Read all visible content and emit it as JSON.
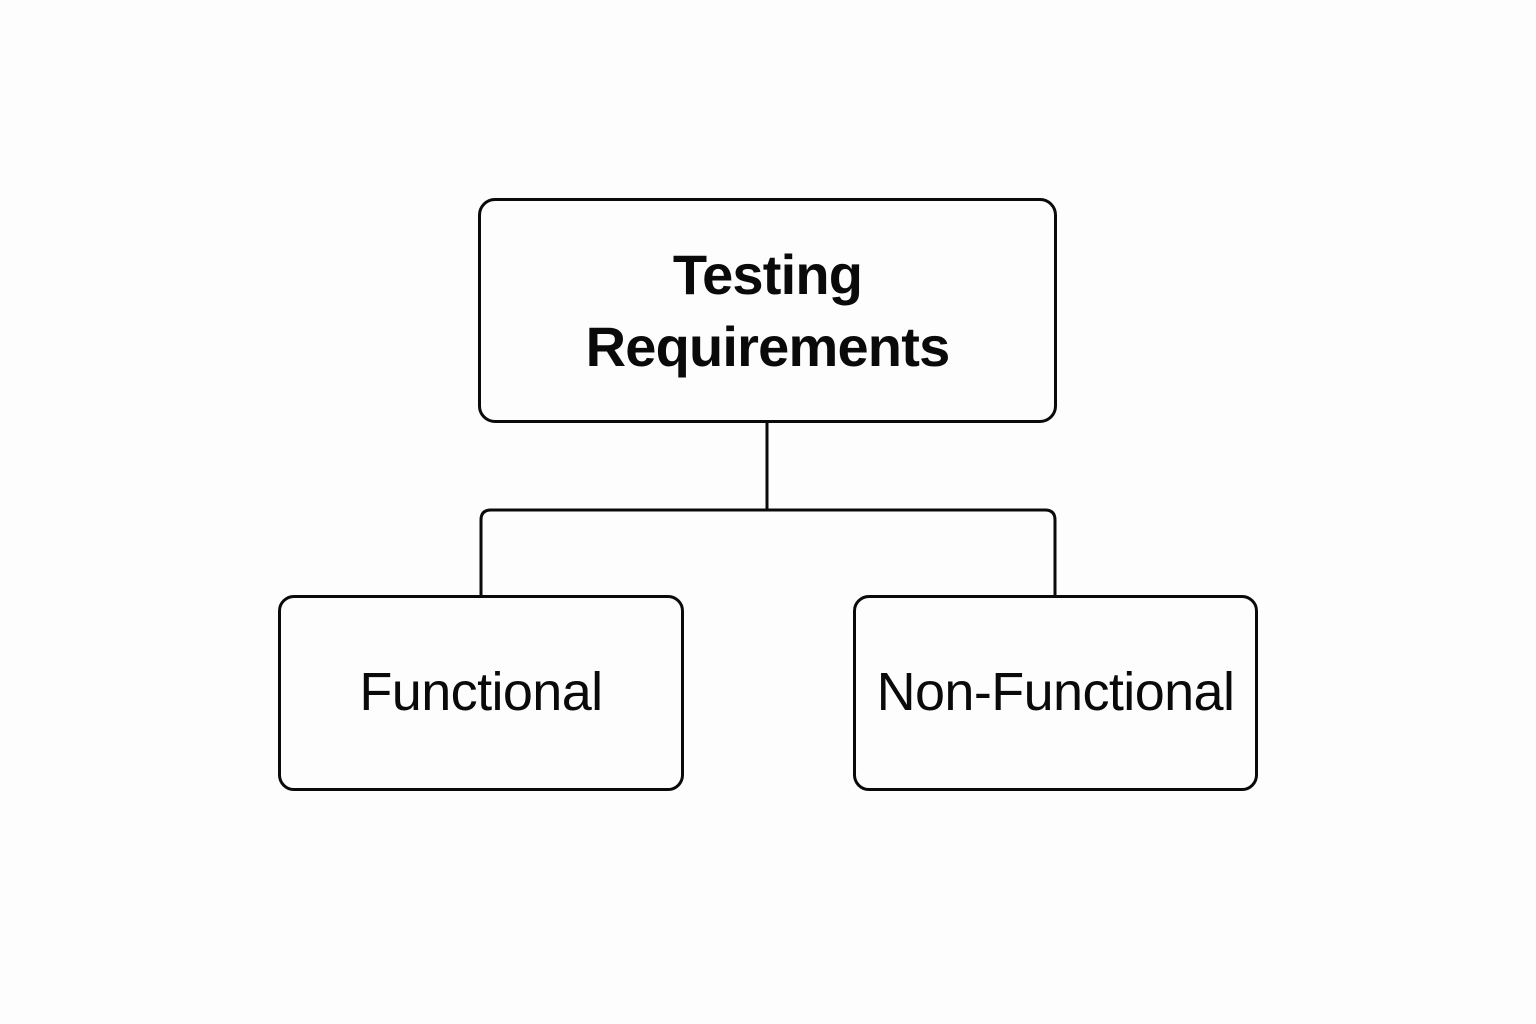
{
  "diagram": {
    "type": "hierarchy-tree",
    "title": "Testing Requirements",
    "background_color": "#fdfdfd",
    "stroke_color": "#0a0a0a",
    "text_color": "#0a0a0a",
    "nodes": [
      {
        "id": "root",
        "label": "Testing\nRequirements",
        "line1": "Testing",
        "line2": "Requirements",
        "level": 0,
        "font_weight": "bold"
      },
      {
        "id": "functional",
        "label": "Functional",
        "level": 1,
        "font_weight": "regular"
      },
      {
        "id": "non-functional",
        "label": "Non-Functional",
        "level": 1,
        "font_weight": "regular"
      }
    ],
    "edges": [
      {
        "from": "root",
        "to": "functional"
      },
      {
        "from": "root",
        "to": "non-functional"
      }
    ],
    "connector_style": "orthogonal-elbow"
  }
}
